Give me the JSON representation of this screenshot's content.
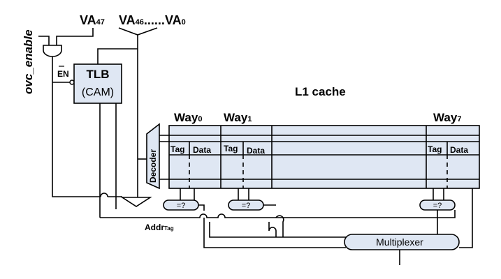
{
  "signals": {
    "ovc_enable": "ovc_enable",
    "va47_base": "VA",
    "va47_sub": "47",
    "va_range_base": "VA",
    "va_range_sub_hi": "46",
    "va_range_dots": "......",
    "va_range_base2": "VA",
    "va_range_sub_lo": "0",
    "en_label": "EN",
    "addr_base": "Addr",
    "addr_sub": "Tag"
  },
  "tlb": {
    "title": "TLB",
    "subtitle": "(CAM)"
  },
  "cache": {
    "title": "L1 cache",
    "decoder": "Decoder"
  },
  "ways": [
    {
      "base": "Way",
      "sub": "0",
      "tag": "Tag",
      "data": "Data"
    },
    {
      "base": "Way",
      "sub": "1",
      "tag": "Tag",
      "data": "Data"
    },
    {
      "base": "Way",
      "sub": "7",
      "tag": "Tag",
      "data": "Data"
    }
  ],
  "comparators": [
    "=?",
    "=?",
    "=?"
  ],
  "multiplexer": "Multiplexer",
  "colors": {
    "fill": "#dfe7f3",
    "stroke": "#000000"
  }
}
